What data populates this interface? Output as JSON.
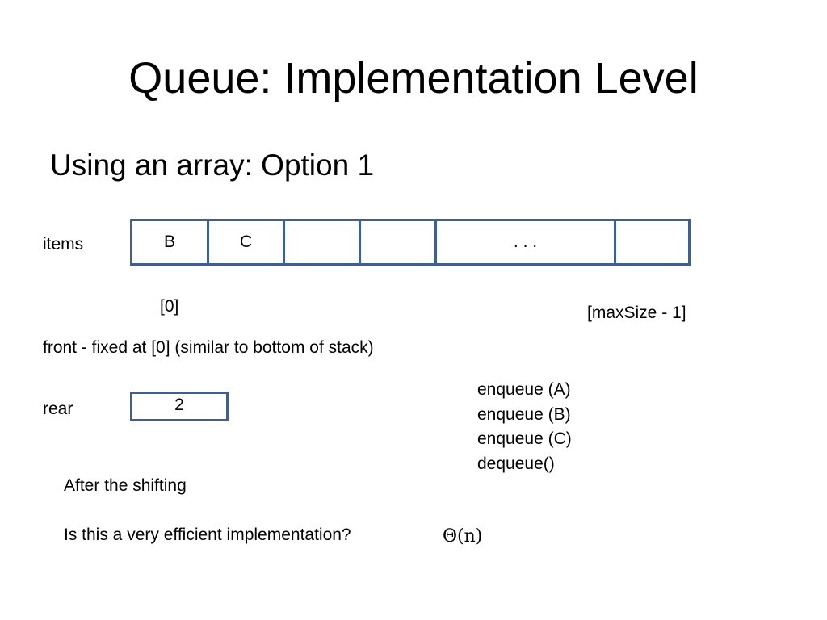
{
  "slide": {
    "title": "Queue:  Implementation Level",
    "subtitle": "Using an array:  Option 1"
  },
  "diagram": {
    "items_label": "items",
    "array_cells": [
      "B",
      "C",
      "",
      "",
      ".    .    .",
      ""
    ],
    "index_first": "[0]",
    "index_last": "[maxSize - 1]",
    "front_text": "front  - fixed at [0] (similar to bottom of stack)",
    "rear_label": "rear",
    "rear_value": "2",
    "operations": [
      "enqueue (A)",
      "enqueue (B)",
      "enqueue (C)",
      "dequeue()"
    ],
    "after_text": "After the shifting",
    "question": "Is this a very efficient implementation?",
    "complexity": "Θ(n)",
    "border_color": "#3f5f8f"
  }
}
